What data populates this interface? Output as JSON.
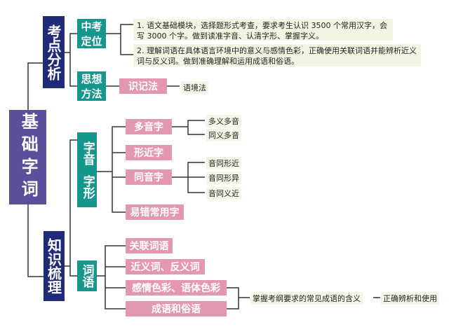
{
  "root": "基础字词",
  "exam": {
    "label": "考点分析",
    "positioning": {
      "label": "中考定位",
      "notes": [
        "1. 语文基础模块，选择题形式考查，要求考生认识 3500 个常用汉字，会写 3000 个字。做到读准字音、认清字形、掌握字义。",
        "2. 理解词语在具体语言环境中的意义与感情色彩，正确使用关联词语并能辨析近义词与反义词。做到准确理解和运用成语和俗语。"
      ]
    },
    "method": {
      "label": "思想方法",
      "item": "识记法",
      "sub": "语境法"
    }
  },
  "knowledge": {
    "label": "知识梳理",
    "zi": {
      "label1": "字音",
      "label2": "字形",
      "items": [
        {
          "label": "多音字",
          "subs": [
            "多义多音",
            "同义多音"
          ]
        },
        {
          "label": "形近字"
        },
        {
          "label": "同音字",
          "subs": [
            "音同形近",
            "音同形异",
            "音同义近"
          ]
        },
        {
          "label": "易错常用字"
        }
      ]
    },
    "ci": {
      "label": "词语",
      "items": [
        "关联词语",
        "近义词、反义词",
        "感情色彩、语体色彩",
        "成语和俗语"
      ],
      "note": "掌握考纲要求的常见成语的含义",
      "note2": "正确辨析和使用"
    }
  }
}
